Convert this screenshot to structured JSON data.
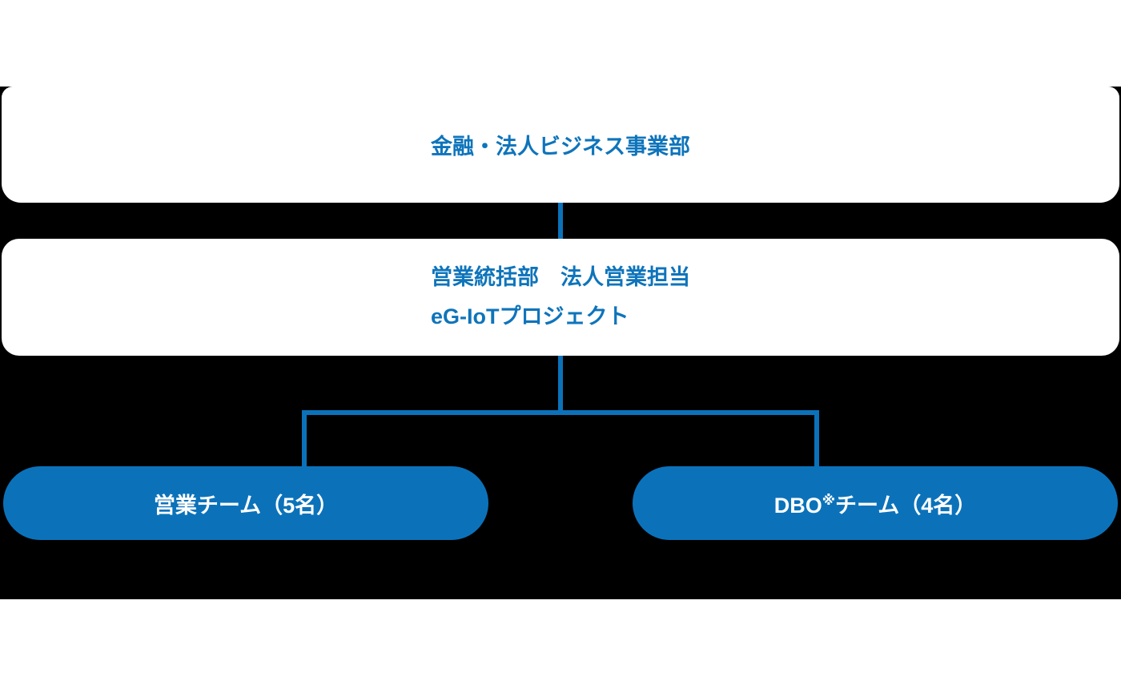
{
  "colors": {
    "accent": "#0b72ba",
    "node_text": "#0e74bb",
    "node_background": "#ffffff",
    "diagram_backdrop": "#000000",
    "team_text": "#ffffff"
  },
  "org_chart": {
    "division": {
      "label": "金融・法人ビジネス事業部"
    },
    "department": {
      "line1": "営業統括部　法人営業担当",
      "line2": "eG‐IoTプロジェクト"
    },
    "teams": [
      {
        "label": "営業チーム（5名）"
      },
      {
        "label_pre": "DBO",
        "label_sup": "※",
        "label_post": "チーム（4名）"
      }
    ]
  }
}
